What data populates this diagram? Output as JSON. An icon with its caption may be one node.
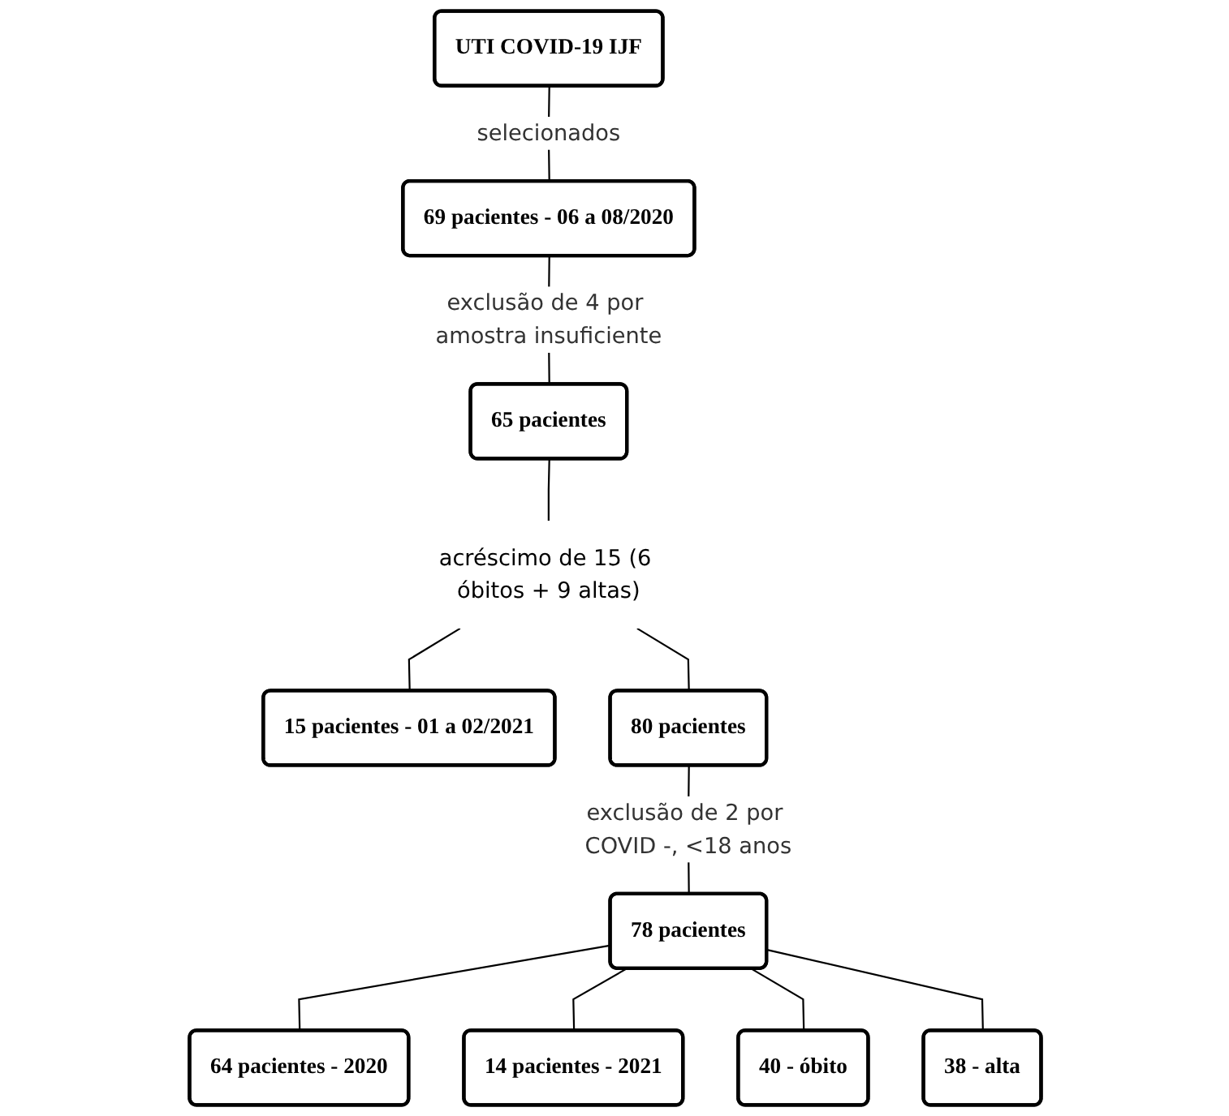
{
  "diagram": {
    "nodes": [
      {
        "text": [
          "UTI COVID-19 IJF"
        ]
      },
      {
        "text": [
          "69 pacientes - 06 a 08/2020"
        ]
      },
      {
        "text": [
          "65 pacientes"
        ]
      },
      {
        "text": [
          "acréscimo de 15 (6 óbitos + 9 altas)"
        ]
      },
      {
        "text": [
          "15 pacientes - 01 a 02/2021"
        ]
      },
      {
        "text": [
          "80 pacientes"
        ]
      },
      {
        "text": [
          "78 pacientes"
        ]
      },
      {
        "text": [
          "64 pacientes - 2020"
        ]
      },
      {
        "text": [
          "14 pacientes - 2021"
        ]
      },
      {
        "text": [
          "40 - óbito"
        ]
      },
      {
        "text": [
          "38 - alta"
        ]
      }
    ],
    "edges": [
      {
        "from": 0,
        "to": 1,
        "arrow": "none",
        "label": "selecionados"
      },
      {
        "from": 1,
        "to": 2,
        "arrow": "none",
        "label": "exclusão de 4 por amostra insuficiente"
      },
      {
        "from": 2,
        "to": 3,
        "arrow": "none"
      },
      {
        "from": 3,
        "to": 4,
        "arrow": "none"
      },
      {
        "from": 3,
        "to": 5,
        "arrow": "none"
      },
      {
        "from": 5,
        "to": 6,
        "arrow": "none",
        "label": "exclusão de 2 por COVID -, <18 anos"
      },
      {
        "from": 6,
        "to": 7,
        "arrow": "none"
      },
      {
        "from": 6,
        "to": 8,
        "arrow": "none"
      },
      {
        "from": 6,
        "to": 9,
        "arrow": "none"
      },
      {
        "from": 6,
        "to": 10,
        "arrow": "none"
      }
    ]
  }
}
